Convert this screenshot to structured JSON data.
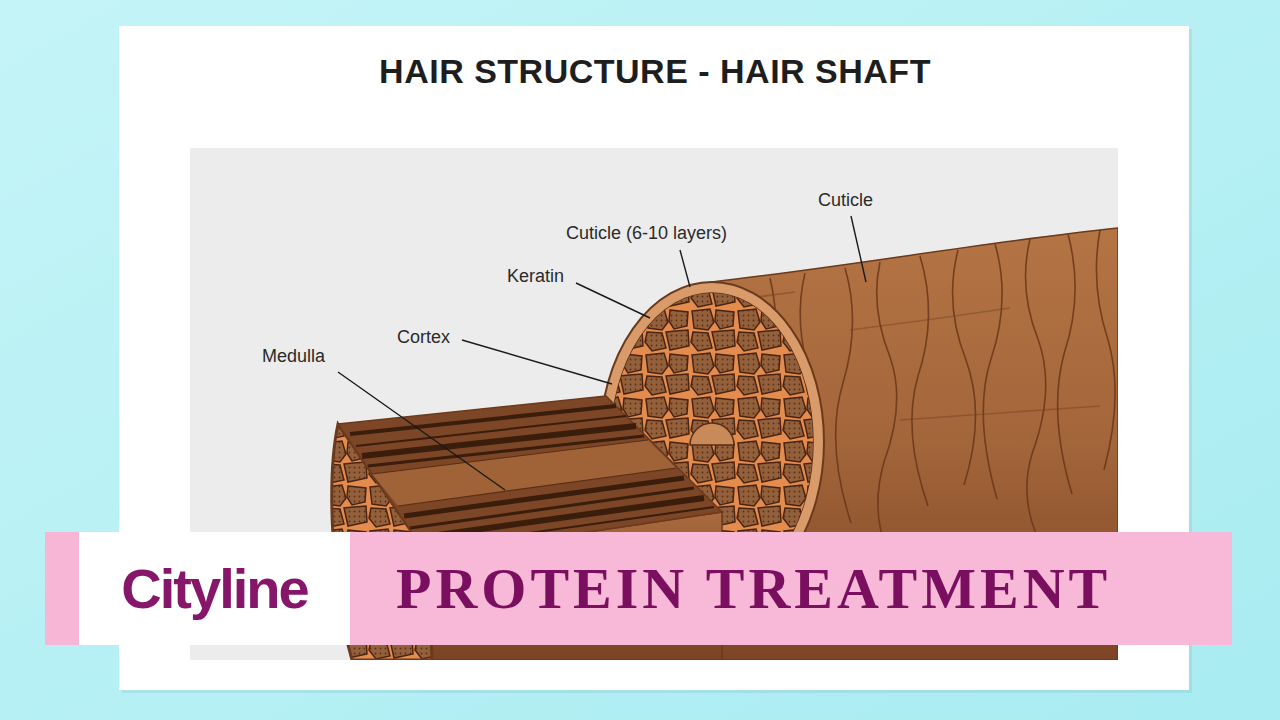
{
  "diagram": {
    "title": "HAIR STRUCTURE - HAIR SHAFT",
    "nodes": [
      {
        "text": [
          "Cityline"
        ]
      },
      {
        "text": [
          "PROTEIN TREATMENT"
        ]
      }
    ],
    "labels": [
      "Cuticle",
      "Cuticle (6-10 layers)",
      "Keratin",
      "Cortex",
      "Medulla"
    ]
  }
}
